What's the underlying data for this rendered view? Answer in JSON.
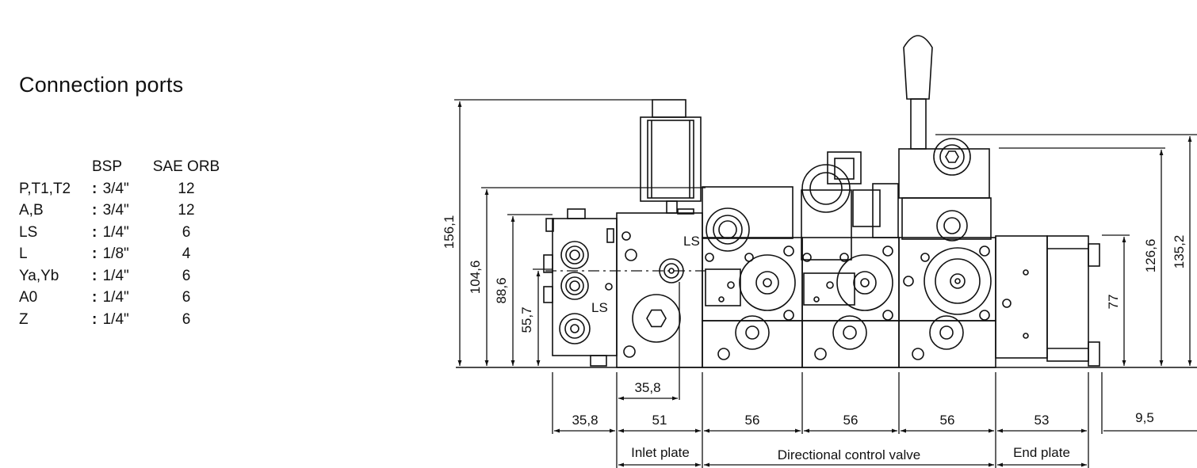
{
  "title": "Connection ports",
  "ports_table": {
    "headers": [
      "",
      "BSP",
      "SAE ORB"
    ],
    "rows": [
      {
        "port": "P,T1,T2",
        "bsp": "3/4\"",
        "sae": "12"
      },
      {
        "port": "A,B",
        "bsp": "3/4\"",
        "sae": "12"
      },
      {
        "port": "LS",
        "bsp": "1/4\"",
        "sae": "6"
      },
      {
        "port": "L",
        "bsp": "1/8\"",
        "sae": "4"
      },
      {
        "port": "Ya,Yb",
        "bsp": "1/4\"",
        "sae": "6"
      },
      {
        "port": "A0",
        "bsp": "1/4\"",
        "sae": "6"
      },
      {
        "port": "Z",
        "bsp": "1/4\"",
        "sae": "6"
      }
    ]
  },
  "drawing": {
    "vertical_dims": {
      "total_height": "156,1",
      "inlet_height": "104,6",
      "block_height": "88,6",
      "port_height": "55,7",
      "end_plate_height": "126,6",
      "right_total_height": "135,2",
      "end_port_height": "77"
    },
    "horizontal_dims": {
      "inlet_port_offset": "35,8",
      "left_block": "35,8",
      "inlet_plate": "51",
      "section_1": "56",
      "section_2": "56",
      "section_3": "56",
      "end_plate": "53",
      "end_overhang": "9,5"
    },
    "port_labels": {
      "ls_top": "LS",
      "ls_side": "LS"
    },
    "section_labels": {
      "inlet": "Inlet plate",
      "dcv": "Directional control valve",
      "end": "End plate"
    }
  }
}
